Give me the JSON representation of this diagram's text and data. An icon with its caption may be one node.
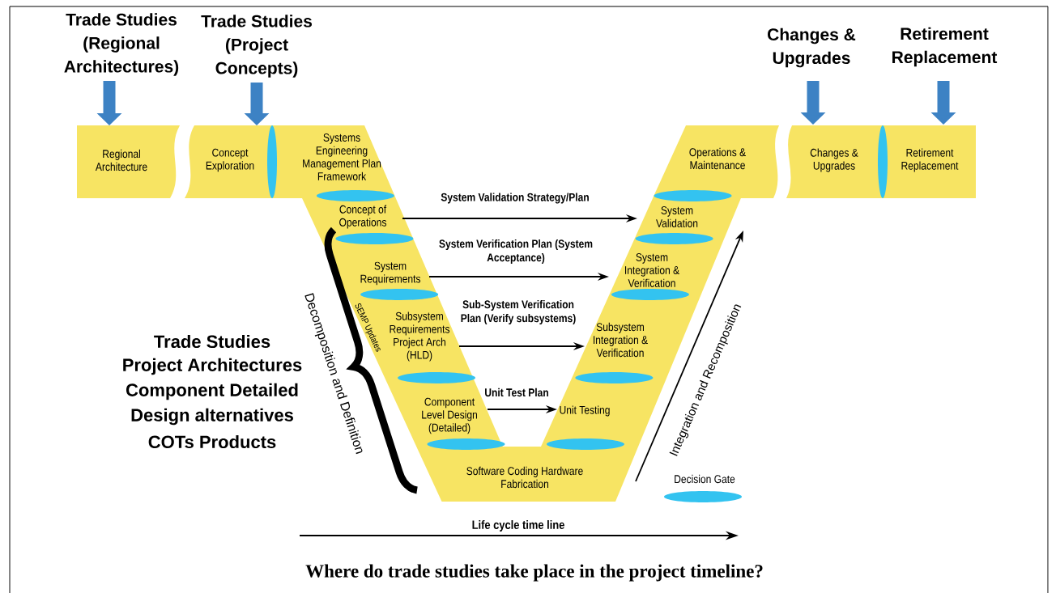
{
  "diagram": {
    "caption": "Where do trade studies take place in the project timeline?",
    "nodes": [
      {
        "text": [
          "Trade Studies (Regional Architectures)"
        ]
      },
      {
        "text": [
          "Trade Studies (Project Concepts)"
        ]
      },
      {
        "text": [
          "Changes & Upgrades"
        ]
      },
      {
        "text": [
          "Retirement Replacement"
        ]
      },
      {
        "text": [
          "Regional Architecture"
        ]
      },
      {
        "text": [
          "Concept Exploration"
        ]
      },
      {
        "text": [
          "Systems Engineering Management Plan Framework"
        ]
      },
      {
        "text": [
          "Concept of Operations"
        ]
      },
      {
        "text": [
          "System Requirements"
        ]
      },
      {
        "text": [
          "Subsystem Requirements Project Arch (HLD)"
        ]
      },
      {
        "text": [
          "Component Level Design (Detailed)"
        ]
      },
      {
        "text": [
          "Software Coding Hardware Fabrication"
        ]
      },
      {
        "text": [
          "Unit Testing"
        ]
      },
      {
        "text": [
          "Subsystem Integration & Verification"
        ]
      },
      {
        "text": [
          "System Integration & Verification"
        ]
      },
      {
        "text": [
          "System Validation"
        ]
      },
      {
        "text": [
          "Operations & Maintenance"
        ]
      },
      {
        "text": [
          "Changes & Upgrades"
        ]
      },
      {
        "text": [
          "Retirement Replacement"
        ]
      }
    ],
    "edges": [
      {
        "from": 0,
        "to": 4,
        "arrow": "to",
        "style": "thick",
        "color": "#3d82c4"
      },
      {
        "from": 1,
        "to": 5,
        "arrow": "to",
        "style": "thick",
        "color": "#3d82c4"
      },
      {
        "from": 2,
        "to": 17,
        "arrow": "to",
        "style": "thick",
        "color": "#3d82c4"
      },
      {
        "from": 3,
        "to": 18,
        "arrow": "to",
        "style": "thick",
        "color": "#3d82c4"
      },
      {
        "from": 7,
        "to": 15,
        "arrow": "to",
        "label": "System Validation Strategy/Plan",
        "color": "#000000"
      },
      {
        "from": 8,
        "to": 14,
        "arrow": "to",
        "label": "System Verification Plan (System Acceptance)",
        "color": "#000000"
      },
      {
        "from": 9,
        "to": 13,
        "arrow": "to",
        "label": "Sub-System Verification Plan (Verify subsystems)",
        "color": "#000000"
      },
      {
        "from": 10,
        "to": 12,
        "arrow": "to",
        "label": "Unit Test Plan",
        "color": "#000000"
      }
    ],
    "labels": [
      "Trade Studies",
      "Project Architectures",
      "Component Detailed",
      "Design alternatives",
      "COTs Products",
      "Decomposition and Definition",
      "SEMP Updates",
      "Integration and Recomposition",
      "Life cycle time line"
    ],
    "legend": [
      {
        "text": "Decision Gate"
      }
    ]
  }
}
